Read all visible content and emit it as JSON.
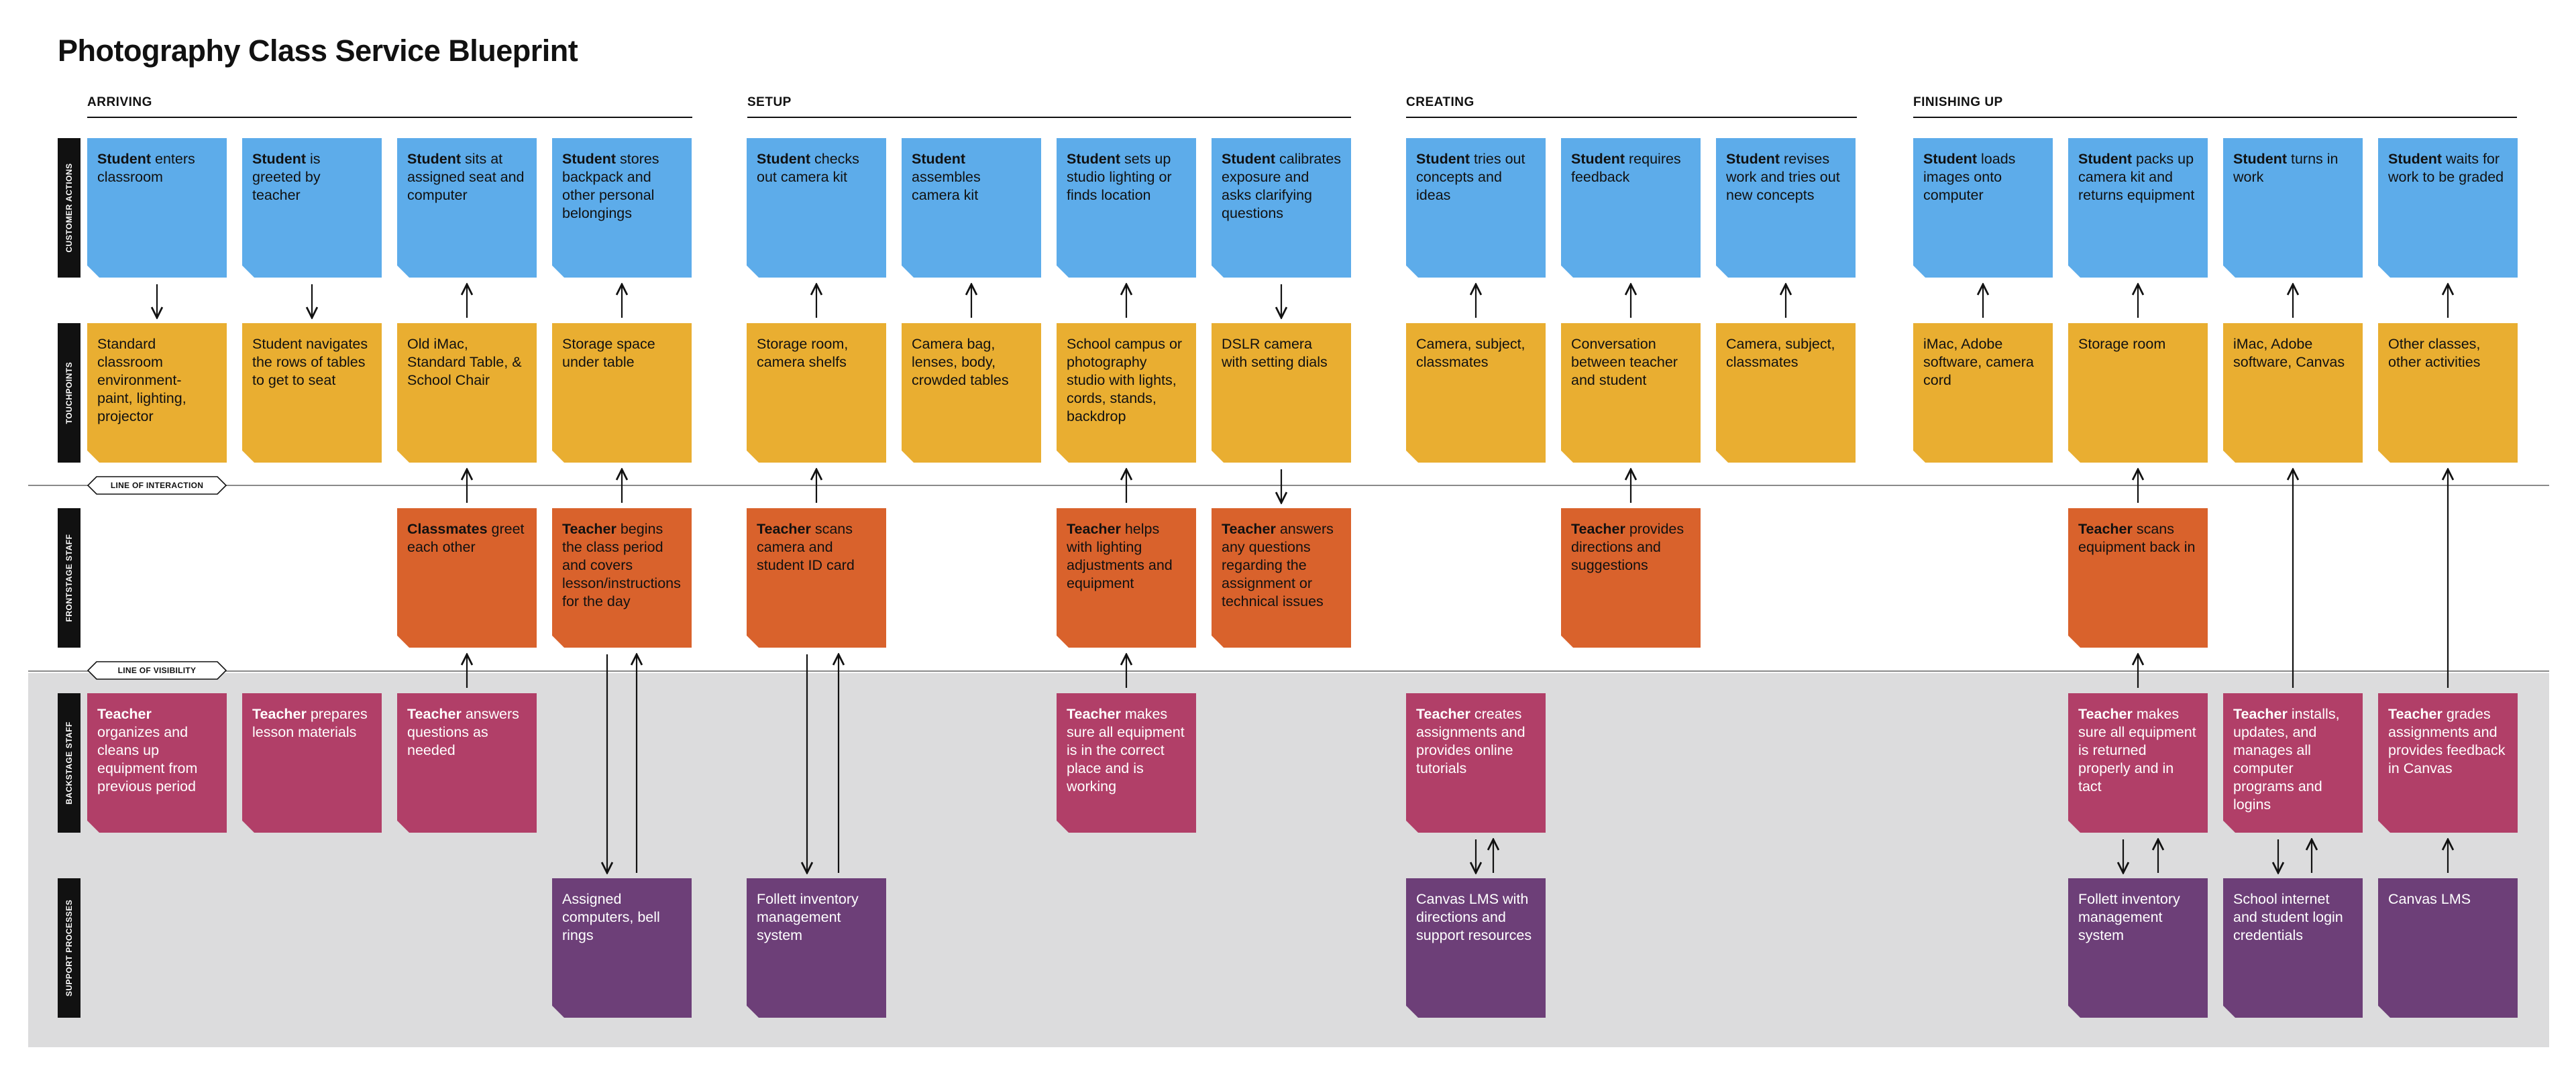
{
  "title": "Photography Class Service Blueprint",
  "phases": [
    "ARRIVING",
    "SETUP",
    "CREATING",
    "FINISHING UP"
  ],
  "lanes": {
    "customer": "CUSTOMER ACTIONS",
    "touch": "TOUCHPOINTS",
    "front": "FRONTSTAGE STAFF",
    "back": "BACKSTAGE STAFF",
    "support": "SUPPORT PROCESSES"
  },
  "lines": {
    "interaction": "LINE OF INTERACTION",
    "visibility": "LINE OF VISIBILITY"
  },
  "colors": {
    "customer": "#5dacea",
    "touchpoint": "#e9ae31",
    "frontstage": "#d9622c",
    "backstage": "#b13f68",
    "support": "#6d3f78",
    "backstage_band": "#dcdcdd"
  },
  "notes": {
    "c1": {
      "bold": "Student",
      "text": " enters classroom"
    },
    "c2": {
      "bold": "Student",
      "text": " is greeted by teacher"
    },
    "c3": {
      "bold": "Student",
      "text": " sits at assigned seat and computer"
    },
    "c4": {
      "bold": "Student",
      "text": "  stores backpack and other personal belongings"
    },
    "c5": {
      "bold": "Student",
      "text": " checks out camera kit"
    },
    "c6": {
      "bold": "Student",
      "text": " assembles camera kit"
    },
    "c7": {
      "bold": "Student",
      "text": " sets up studio lighting or finds location"
    },
    "c8": {
      "bold": "Student",
      "text": " calibrates exposure and asks clarifying questions"
    },
    "c9": {
      "bold": "Student",
      "text": " tries out concepts and ideas"
    },
    "c10": {
      "bold": "Student",
      "text": " requires feedback"
    },
    "c11": {
      "bold": "Student",
      "text": " revises work and tries out new concepts"
    },
    "c12": {
      "bold": "Student",
      "text": " loads images onto computer"
    },
    "c13": {
      "bold": "Student",
      "text": " packs up camera kit and returns equipment"
    },
    "c14": {
      "bold": "Student",
      "text": " turns in work"
    },
    "c15": {
      "bold": "Student",
      "text": " waits for work to be graded"
    },
    "t1": {
      "bold": "",
      "text": "Standard classroom environment- paint, lighting, projector"
    },
    "t2": {
      "bold": "",
      "text": "Student navigates the rows of tables to get to seat"
    },
    "t3": {
      "bold": "",
      "text": "Old iMac, Standard Table, & School Chair"
    },
    "t4": {
      "bold": "",
      "text": "Storage space under table"
    },
    "t5": {
      "bold": "",
      "text": "Storage room, camera shelfs"
    },
    "t6": {
      "bold": "",
      "text": "Camera bag, lenses, body, crowded tables"
    },
    "t7": {
      "bold": "",
      "text": "School campus or photography studio with lights, cords, stands, backdrop"
    },
    "t8": {
      "bold": "",
      "text": "DSLR camera with setting dials"
    },
    "t9": {
      "bold": "",
      "text": "Camera, subject, classmates"
    },
    "t10": {
      "bold": "",
      "text": "Conversation between teacher and student"
    },
    "t11": {
      "bold": "",
      "text": "Camera, subject, classmates"
    },
    "t12": {
      "bold": "",
      "text": "iMac, Adobe software, camera cord"
    },
    "t13": {
      "bold": "",
      "text": "Storage room"
    },
    "t14": {
      "bold": "",
      "text": "iMac, Adobe software, Canvas"
    },
    "t15": {
      "bold": "",
      "text": "Other classes, other activities"
    },
    "f1": {
      "bold": "Classmates",
      "text": " greet each other"
    },
    "f2": {
      "bold": "Teacher",
      "text": " begins the class period and covers lesson/instructions for the day"
    },
    "f3": {
      "bold": "Teacher",
      "text": " scans camera and student ID card"
    },
    "f4": {
      "bold": "Teacher",
      "text": " helps with lighting adjustments and equipment"
    },
    "f5": {
      "bold": "Teacher",
      "text": " answers any questions regarding the assignment or technical issues"
    },
    "f6": {
      "bold": "Teacher",
      "text": " provides directions and suggestions"
    },
    "f7": {
      "bold": "Teacher",
      "text": " scans equipment back in"
    },
    "b1": {
      "bold": "Teacher",
      "text": " organizes and cleans up equipment from previous period"
    },
    "b2": {
      "bold": "Teacher",
      "text": " prepares lesson materials"
    },
    "b3": {
      "bold": "Teacher",
      "text": " answers questions as needed"
    },
    "b4": {
      "bold": "Teacher",
      "text": " makes sure all equipment is in the correct place and is working"
    },
    "b5": {
      "bold": "Teacher",
      "text": " creates assignments and provides online tutorials"
    },
    "b6": {
      "bold": "Teacher",
      "text": " makes sure all equipment is returned properly and in tact"
    },
    "b7": {
      "bold": "Teacher",
      "text": " installs, updates, and manages all computer programs and logins"
    },
    "b8": {
      "bold": "Teacher",
      "text": " grades assignments and provides feedback in Canvas"
    },
    "s1": {
      "bold": "",
      "text": "Assigned computers, bell rings"
    },
    "s2": {
      "bold": "",
      "text": "Follett inventory management system"
    },
    "s3": {
      "bold": "",
      "text": "Canvas LMS with directions and support resources"
    },
    "s4": {
      "bold": "",
      "text": "Follett inventory management system"
    },
    "s5": {
      "bold": "",
      "text": "School internet and student login credentials"
    },
    "s6": {
      "bold": "",
      "text": "Canvas LMS"
    }
  }
}
